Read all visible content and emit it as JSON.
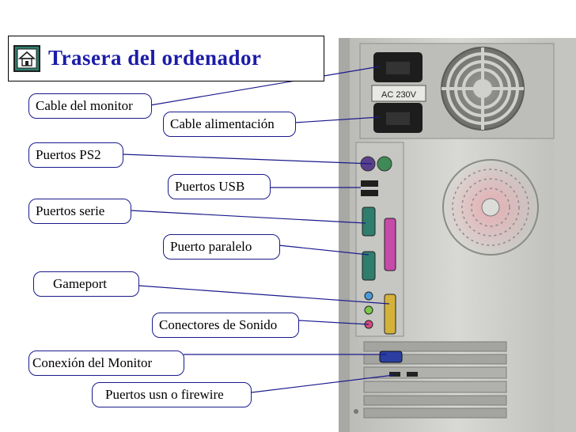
{
  "title": "Trasera del ordenador",
  "home_icon": "home-icon",
  "labels": {
    "cable_monitor": "Cable del monitor",
    "cable_alimentacion": "Cable alimentación",
    "puertos_ps2": "Puertos PS2",
    "puertos_usb": "Puertos USB",
    "puertos_serie": "Puertos serie",
    "puerto_paralelo": "Puerto paralelo",
    "gameport": "Gameport",
    "conectores_sonido": "Conectores de Sonido",
    "conexion_monitor": "Conexión del Monitor",
    "puertos_usn_firewire": "Puertos usn o firewire"
  },
  "power_supply_rating": "AC 230V",
  "colors": {
    "title": "#1c1ca8",
    "label_border": "#1a1a8c",
    "case": "#c9c9c9"
  }
}
